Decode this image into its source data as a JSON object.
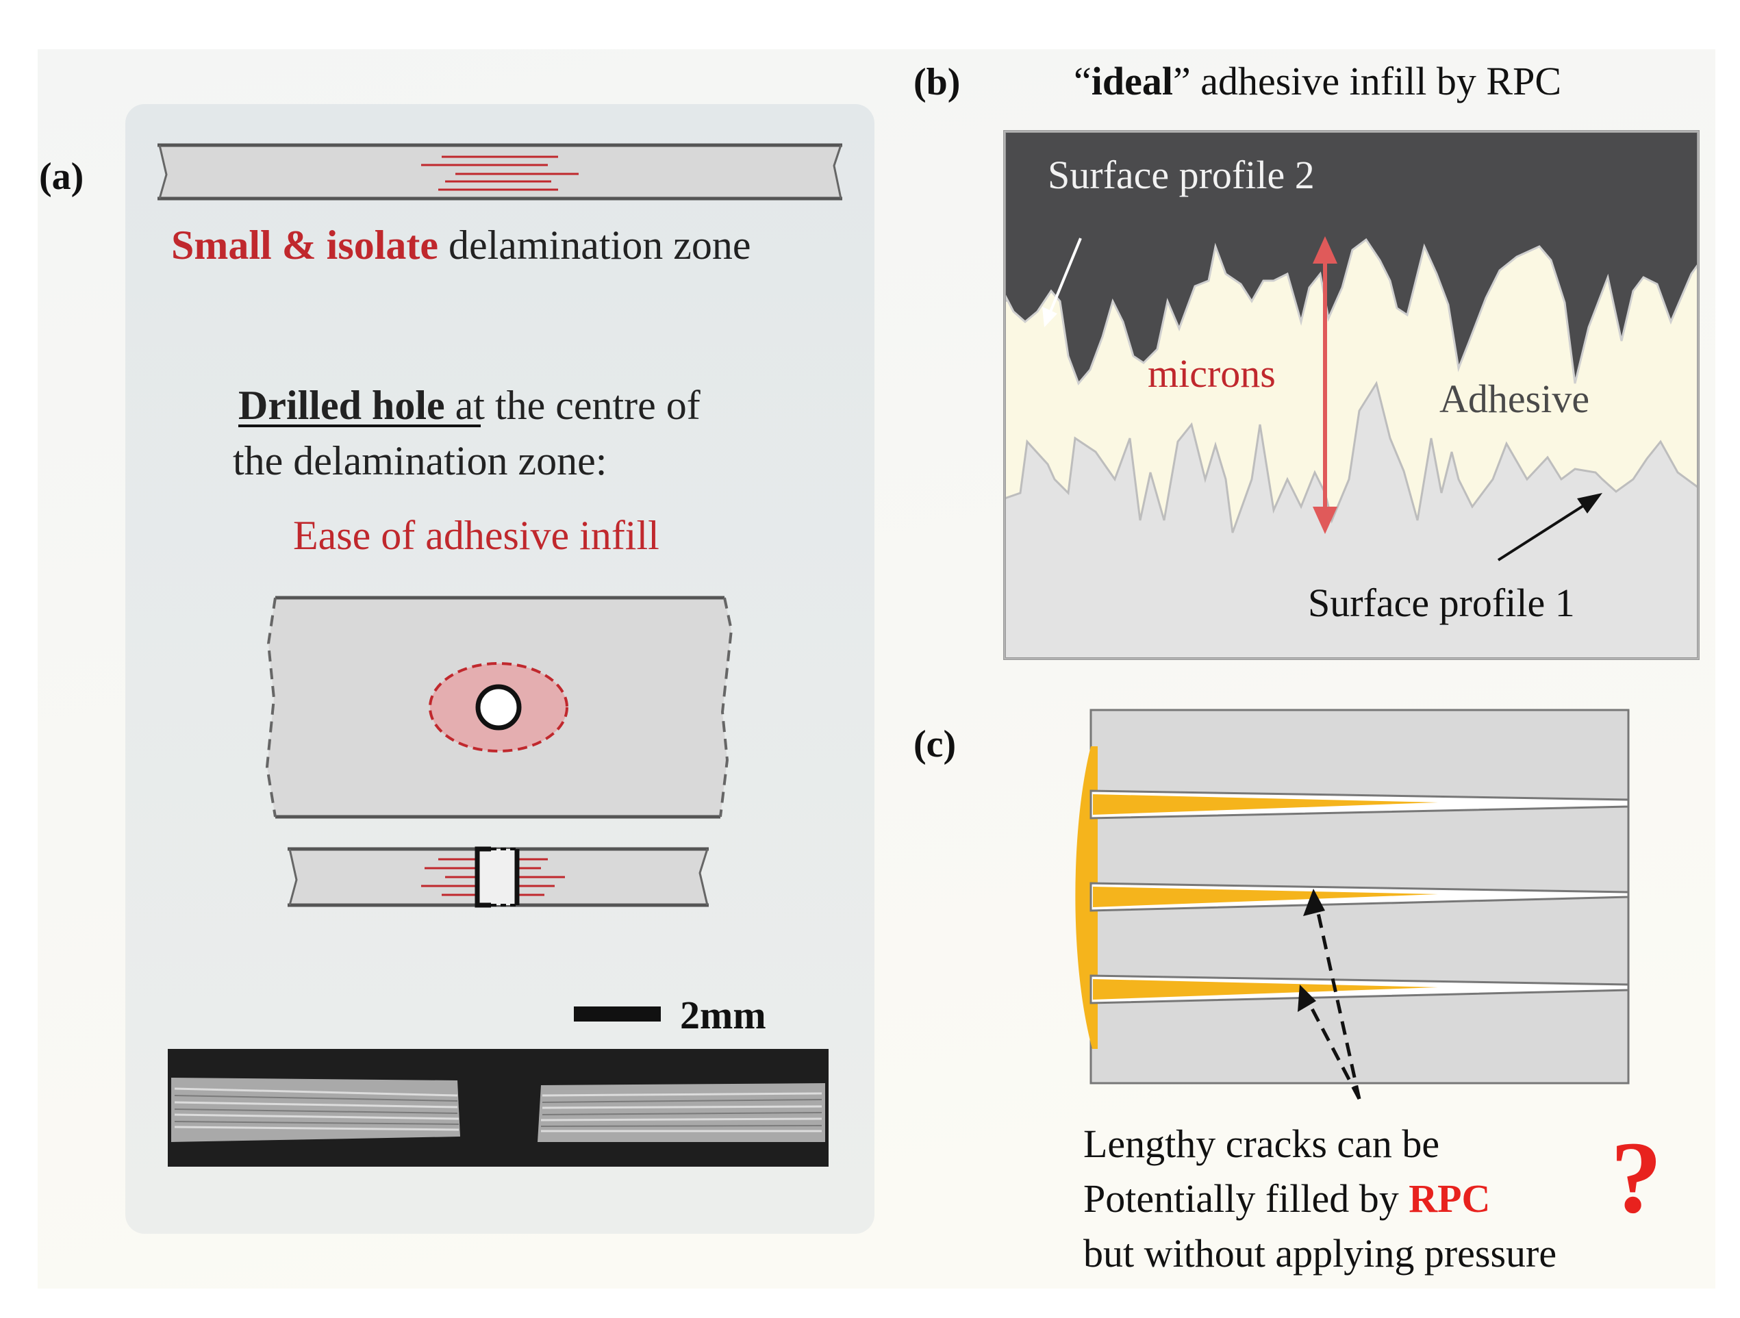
{
  "colors": {
    "red": "#c0282d",
    "bright_red": "#e8221e",
    "dark_profile": "#4b4b4d",
    "adhesive": "#fbf8e3",
    "substrate": "#e2e2e2",
    "panel_bg": "#e7ebec",
    "laminate": "#d9d9d9",
    "gold": "#f5b41c"
  },
  "panel_a": {
    "label": "(a)",
    "zone_bold": "Small & isolate",
    "zone_rest": " delamination zone",
    "hole_bold": "Drilled hole ",
    "hole_rest": "at the centre of",
    "hole_line2": "the delamination zone:",
    "ease": "Ease of adhesive infill",
    "scale": "2mm"
  },
  "panel_b": {
    "label": "(b)",
    "title_q1": "“",
    "title_bold": "ideal",
    "title_rest": "” adhesive infill by RPC",
    "profile2": "Surface profile 2",
    "microns": "microns",
    "adhesive": "Adhesive",
    "profile1": "Surface profile 1"
  },
  "panel_c": {
    "label": "(c)",
    "line1": "Lengthy cracks can be",
    "line2_pre": "Potentially filled by ",
    "line2_rpc": "RPC",
    "line3": "but without applying pressure",
    "question": "?"
  }
}
